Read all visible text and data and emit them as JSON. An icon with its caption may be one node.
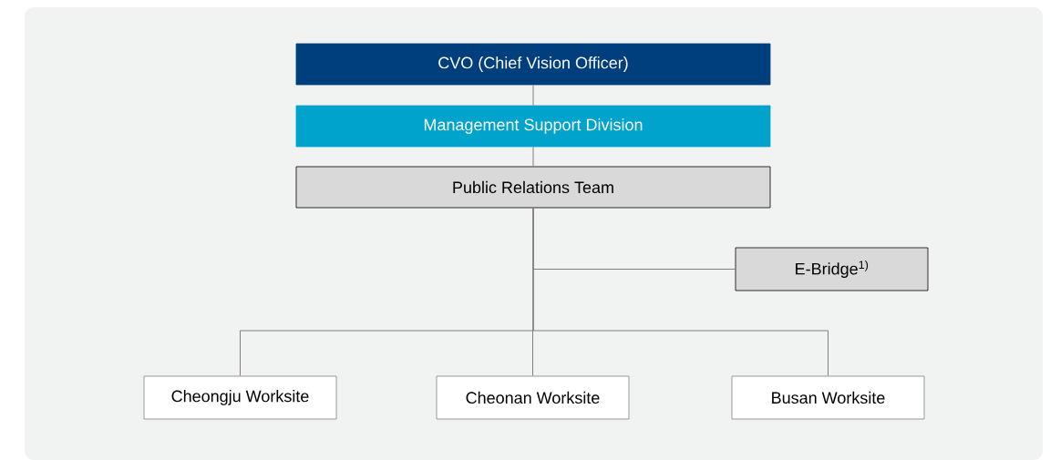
{
  "diagram": {
    "nodes": [
      {
        "text": [
          "CVO (Chief Vision Officer)"
        ]
      },
      {
        "text": [
          "Management Support Division"
        ]
      },
      {
        "text": [
          "Public Relations Team"
        ]
      },
      {
        "text": [
          "E-Bridge$^{1)}$"
        ]
      },
      {
        "text": [
          "Cheongju Worksite"
        ]
      },
      {
        "text": [
          "Cheonan Worksite"
        ]
      },
      {
        "text": [
          "Busan Worksite"
        ]
      }
    ],
    "edges": [
      {
        "from": 0,
        "to": 1,
        "arrow": "none"
      },
      {
        "from": 1,
        "to": 2,
        "arrow": "none"
      },
      {
        "from": 2,
        "to": 3,
        "arrow": "none"
      },
      {
        "from": 2,
        "to": 4,
        "arrow": "none"
      },
      {
        "from": 2,
        "to": 5,
        "arrow": "none"
      },
      {
        "from": 2,
        "to": 6,
        "arrow": "none"
      }
    ]
  }
}
